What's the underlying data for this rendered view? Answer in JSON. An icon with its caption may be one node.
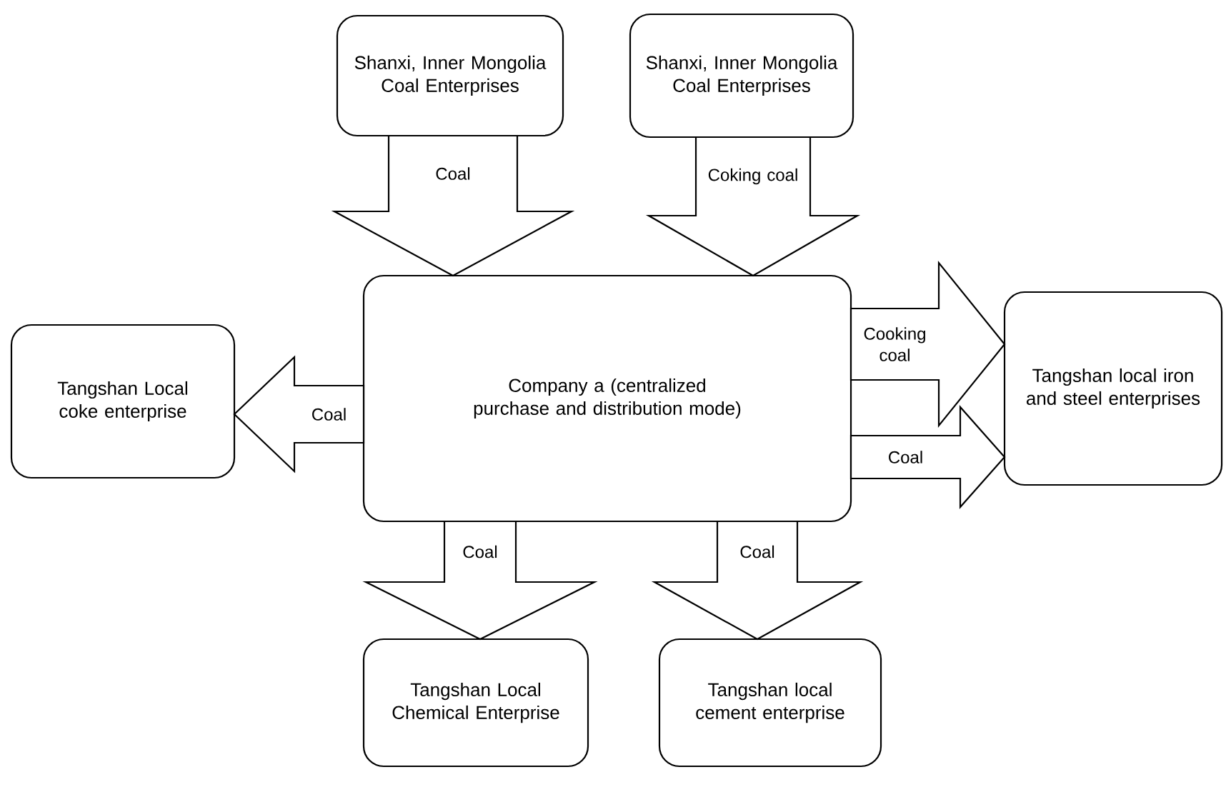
{
  "diagram": {
    "nodes": [
      {
        "text": [
          "Shanxi, Inner Mongolia Coal Enterprises"
        ]
      },
      {
        "text": [
          "Shanxi, Inner Mongolia Coal Enterprises"
        ]
      },
      {
        "text": [
          "Company a (centralized purchase and distribution mode)"
        ]
      },
      {
        "text": [
          "Tangshan Local coke enterprise"
        ]
      },
      {
        "text": [
          "Tangshan local iron and steel enterprises"
        ]
      },
      {
        "text": [
          "Tangshan Local Chemical Enterprise"
        ]
      },
      {
        "text": [
          "Tangshan local cement enterprise"
        ]
      }
    ],
    "edges": [
      {
        "from": 0,
        "to": 2,
        "arrow": "to",
        "label": "Coal"
      },
      {
        "from": 1,
        "to": 2,
        "arrow": "to",
        "label": "Coking coal"
      },
      {
        "from": 2,
        "to": 3,
        "arrow": "to",
        "label": "Coal"
      },
      {
        "from": 2,
        "to": 4,
        "arrow": "to",
        "label": "Cooking coal"
      },
      {
        "from": 2,
        "to": 4,
        "arrow": "to",
        "label": "Coal"
      },
      {
        "from": 2,
        "to": 5,
        "arrow": "to",
        "label": "Coal"
      },
      {
        "from": 2,
        "to": 6,
        "arrow": "to",
        "label": "Coal"
      }
    ]
  }
}
